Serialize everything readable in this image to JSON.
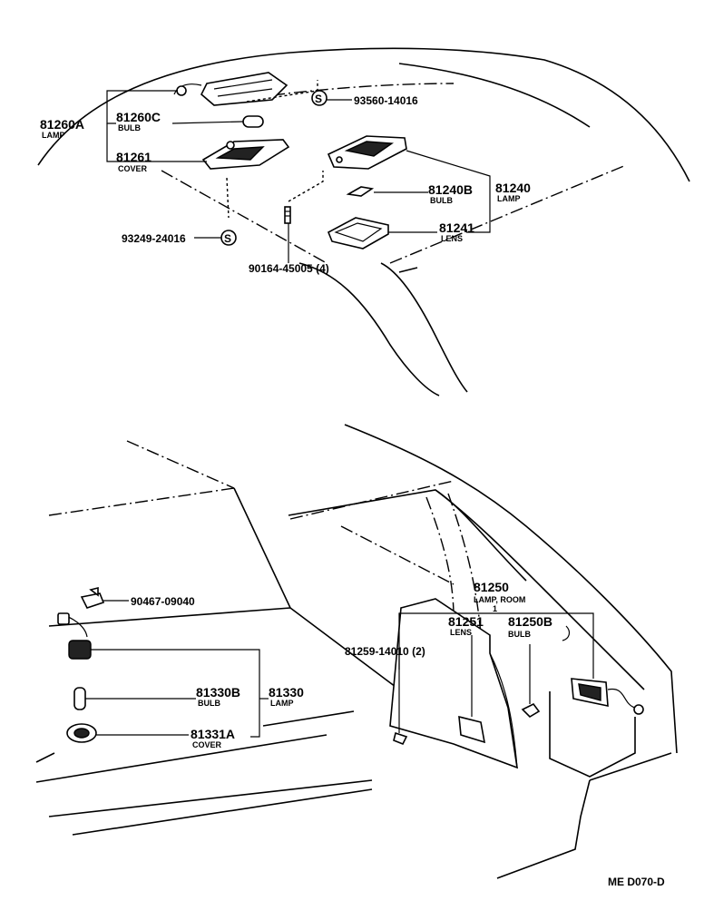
{
  "upper": {
    "lamp_a": {
      "number": "81260A",
      "desc": "LAMP"
    },
    "bulb_c": {
      "number": "81260C",
      "desc": "BULB"
    },
    "cover": {
      "number": "81261",
      "desc": "COVER"
    },
    "screw_top": {
      "number": "93560-14016"
    },
    "screw_left": {
      "number": "93249-24016"
    },
    "screw_mid": {
      "number": "90164-45005 (4)"
    },
    "bulb_b": {
      "number": "81240B",
      "desc": "BULB"
    },
    "lamp": {
      "number": "81240",
      "desc": "LAMP"
    },
    "lens": {
      "number": "81241",
      "desc": "LENS"
    },
    "screw_symbol": "S"
  },
  "lower": {
    "clip": {
      "number": "90467-09040"
    },
    "bulb_b": {
      "number": "81330B",
      "desc": "BULB"
    },
    "lamp": {
      "number": "81330",
      "desc": "LAMP"
    },
    "cover_a": {
      "number": "81331A",
      "desc": "COVER"
    },
    "room_lamp": {
      "number": "81250",
      "desc": "LAMP, ROOM"
    },
    "room_lens": {
      "number": "81251",
      "desc": "LENS"
    },
    "room_bulb": {
      "number": "81250B",
      "desc": "BULB"
    },
    "room_screw": {
      "number": "81259-14010 (2)"
    },
    "small_one": "1"
  },
  "footer": {
    "code": "ME  D070-D"
  }
}
